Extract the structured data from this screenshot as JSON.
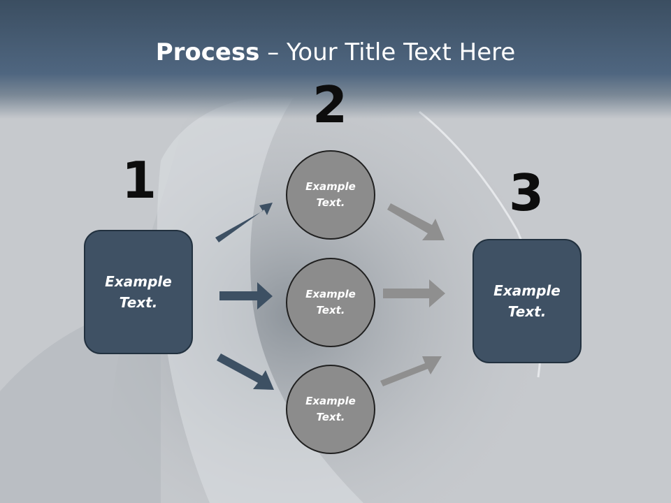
{
  "slide": {
    "title_bold": "Process",
    "title_rest": " – Your Title Text Here"
  },
  "steps": {
    "step1": "1",
    "step2": "2",
    "step3": "3"
  },
  "nodes": {
    "left_box": "Example Text.",
    "circle_top": "Example Text.",
    "circle_middle": "Example Text.",
    "circle_bottom": "Example Text.",
    "right_box": "Example Text."
  },
  "colors": {
    "header": "#4f6680",
    "box_fill": "#3f5164",
    "circle_fill": "#8c8c8c",
    "arrow_dark": "#3d5063",
    "arrow_gray": "#8f8f8f"
  }
}
